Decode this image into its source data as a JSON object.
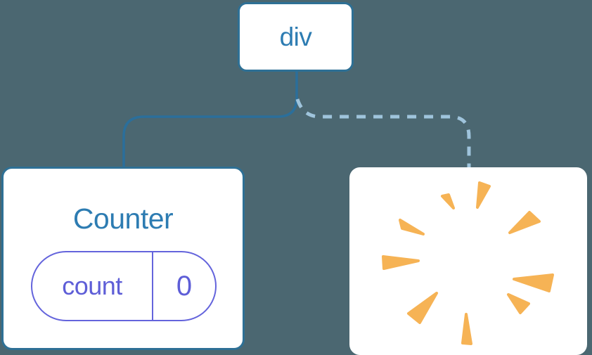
{
  "diagram": {
    "title": "component-tree-state-reset",
    "background_color": "#4B6771",
    "root_node": {
      "label": "div"
    },
    "counter_node": {
      "title": "Counter",
      "state_pill": {
        "key": "count",
        "value": "0"
      }
    },
    "removed_node": {
      "icon": "poof-sparks"
    },
    "edges": [
      {
        "from": "div",
        "to": "Counter",
        "style": "solid"
      },
      {
        "from": "div",
        "to": "removed-node",
        "style": "dashed"
      }
    ],
    "colors": {
      "node_fill": "#FFFFFF",
      "node_border_blue": "#2E7095",
      "node_text_blue": "#2D7CB2",
      "solid_edge": "#2B6F9B",
      "dashed_edge": "#9FC4DC",
      "state_purple": "#6464DC",
      "state_text_purple": "#5E5ED7",
      "spark_orange": "#F6B355"
    }
  }
}
